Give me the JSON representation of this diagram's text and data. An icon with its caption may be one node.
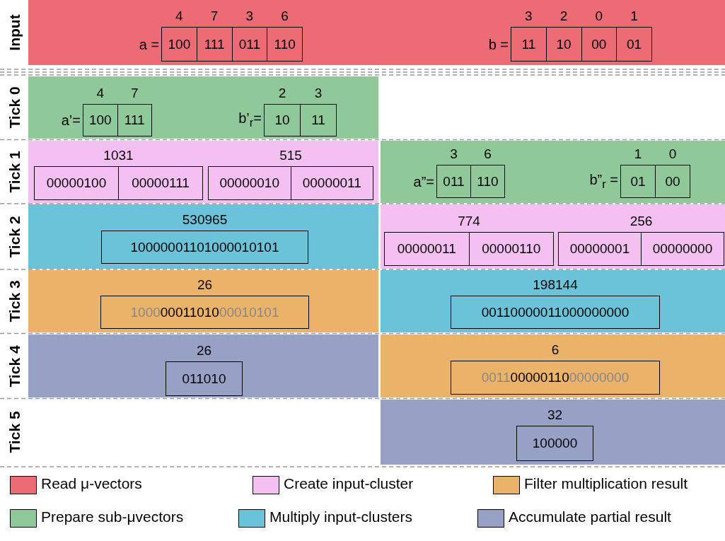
{
  "diagram": {
    "nodes": [
      {
        "text": [],
        "shape": "bar"
      },
      {
        "text": [],
        "shape": "box",
        "in": 0,
        "beside": [
          "a ="
        ]
      },
      {
        "text": [
          "100"
        ],
        "in": 1,
        "beside": [
          "4"
        ]
      },
      {
        "text": [
          "111"
        ],
        "in": 1,
        "beside": [
          "7"
        ]
      },
      {
        "text": [
          "011"
        ],
        "in": 1,
        "beside": [
          "3"
        ]
      },
      {
        "text": [
          "110"
        ],
        "in": 1,
        "beside": [
          "6"
        ]
      },
      {
        "text": [],
        "shape": "box",
        "in": 0,
        "beside": [
          "b ="
        ]
      },
      {
        "text": [
          "11"
        ],
        "in": 6,
        "beside": [
          "3"
        ]
      },
      {
        "text": [
          "10"
        ],
        "in": 6,
        "beside": [
          "2"
        ]
      },
      {
        "text": [
          "00"
        ],
        "in": 6,
        "beside": [
          "0"
        ]
      },
      {
        "text": [
          "01"
        ],
        "in": 6,
        "beside": [
          "1"
        ]
      },
      {
        "text": [],
        "shape": "bar"
      },
      {
        "text": [],
        "shape": "box",
        "in": 11,
        "beside": [
          "a’="
        ]
      },
      {
        "text": [
          "100"
        ],
        "in": 12,
        "beside": [
          "4"
        ]
      },
      {
        "text": [
          "111"
        ],
        "in": 12,
        "beside": [
          "7"
        ]
      },
      {
        "text": [],
        "shape": "box",
        "in": 11,
        "beside": [
          "b’$_{r}$="
        ]
      },
      {
        "text": [
          "10"
        ],
        "in": 15,
        "beside": [
          "2"
        ]
      },
      {
        "text": [
          "11"
        ],
        "in": 15,
        "beside": [
          "3"
        ]
      },
      {
        "text": [],
        "shape": "bar"
      },
      {
        "text": [],
        "shape": "box",
        "in": 18,
        "beside": [
          "1031"
        ]
      },
      {
        "text": [
          "00000100"
        ],
        "in": 19
      },
      {
        "text": [
          "00000111"
        ],
        "in": 19
      },
      {
        "text": [],
        "shape": "box",
        "in": 18,
        "beside": [
          "515"
        ]
      },
      {
        "text": [
          "00000010"
        ],
        "in": 22
      },
      {
        "text": [
          "00000011"
        ],
        "in": 22
      },
      {
        "text": [],
        "shape": "bar"
      },
      {
        "text": [],
        "shape": "box",
        "in": 25,
        "beside": [
          "a”="
        ]
      },
      {
        "text": [
          "011"
        ],
        "in": 26,
        "beside": [
          "3"
        ]
      },
      {
        "text": [
          "110"
        ],
        "in": 26,
        "beside": [
          "6"
        ]
      },
      {
        "text": [],
        "shape": "box",
        "in": 25,
        "beside": [
          "b”$_{r}$ ="
        ]
      },
      {
        "text": [
          "01"
        ],
        "in": 29,
        "beside": [
          "1"
        ]
      },
      {
        "text": [
          "00"
        ],
        "in": 29,
        "beside": [
          "0"
        ]
      },
      {
        "text": [],
        "shape": "bar"
      },
      {
        "text": [
          "10000001101000010101"
        ],
        "in": 32,
        "beside": [
          "530965"
        ]
      },
      {
        "text": [],
        "shape": "bar"
      },
      {
        "text": [],
        "shape": "box",
        "in": 34,
        "beside": [
          "774"
        ]
      },
      {
        "text": [
          "00000011"
        ],
        "in": 35
      },
      {
        "text": [
          "00000110"
        ],
        "in": 35
      },
      {
        "text": [],
        "shape": "box",
        "in": 34,
        "beside": [
          "256"
        ]
      },
      {
        "text": [
          "00000001"
        ],
        "in": 38
      },
      {
        "text": [
          "00000000"
        ],
        "in": 38
      },
      {
        "text": [],
        "shape": "bar"
      },
      {
        "text": [
          "1000",
          "00011010",
          "00010101"
        ],
        "in": 41,
        "beside": [
          "26"
        ]
      },
      {
        "text": [],
        "shape": "bar"
      },
      {
        "text": [
          "00110000011000000000"
        ],
        "in": 43,
        "beside": [
          "198144"
        ]
      },
      {
        "text": [],
        "shape": "bar"
      },
      {
        "text": [
          "011010"
        ],
        "in": 45,
        "beside": [
          "26"
        ]
      },
      {
        "text": [],
        "shape": "bar"
      },
      {
        "text": [
          "0011",
          "00000110",
          "00000000"
        ],
        "in": 47,
        "beside": [
          "6"
        ]
      },
      {
        "text": [],
        "shape": "bar"
      },
      {
        "text": [
          "100000"
        ],
        "in": 49,
        "beside": [
          "32"
        ]
      }
    ],
    "labels": [
      "Input",
      "Tick 0",
      "Tick 1",
      "Tick 2",
      "Tick 3",
      "Tick 4",
      "Tick 5"
    ],
    "legend": [
      {
        "text": "Read μ-vectors",
        "color": "#ec6b74"
      },
      {
        "text": "Create input-cluster",
        "color": "#f4c0f2"
      },
      {
        "text": "Filter multiplication result",
        "color": "#ebb26a"
      },
      {
        "text": "Prepare sub-μvectors",
        "color": "#8fc99a"
      },
      {
        "text": "Multiply input-clusters",
        "color": "#6bc3d9"
      },
      {
        "text": "Accumulate partial result",
        "color": "#97a1c6"
      }
    ]
  }
}
